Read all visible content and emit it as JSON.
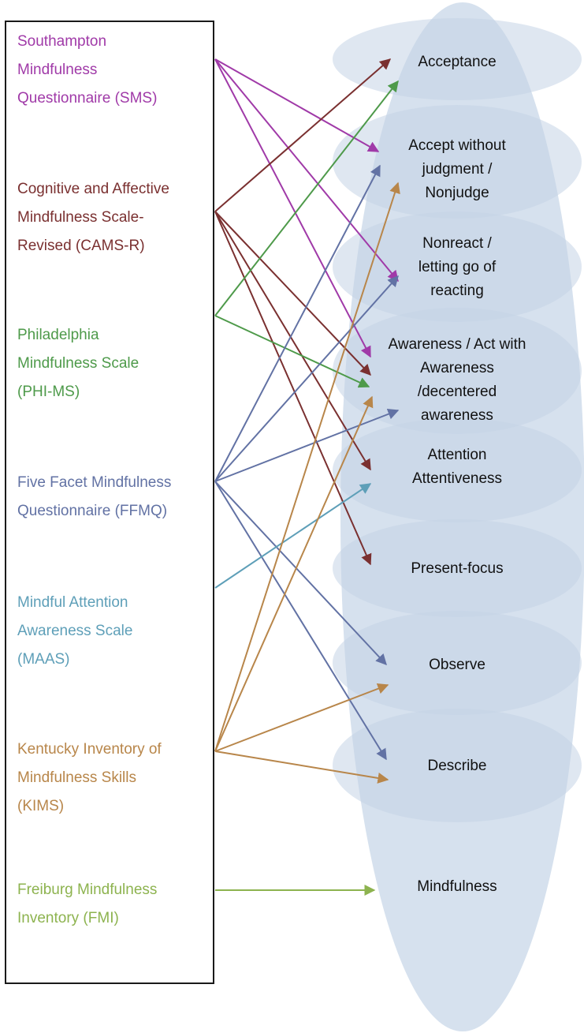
{
  "scales": [
    {
      "id": "sms",
      "lines": [
        "Southampton",
        "Mindfulness",
        "Questionnaire (SMS)"
      ],
      "color": "#a03aa8"
    },
    {
      "id": "cams",
      "lines": [
        "Cognitive and Affective",
        "Mindfulness Scale-",
        "Revised (CAMS-R)"
      ],
      "color": "#7a3030"
    },
    {
      "id": "phims",
      "lines": [
        "Philadelphia",
        "Mindfulness Scale",
        "(PHI-MS)"
      ],
      "color": "#4e9a4a"
    },
    {
      "id": "ffmq",
      "lines": [
        "Five Facet Mindfulness",
        "Questionnaire (FFMQ)"
      ],
      "color": "#6272a4"
    },
    {
      "id": "maas",
      "lines": [
        "Mindful Attention",
        "Awareness Scale",
        "(MAAS)"
      ],
      "color": "#5e9fb8"
    },
    {
      "id": "kims",
      "lines": [
        "Kentucky Inventory of",
        "Mindfulness Skills",
        "(KIMS)"
      ],
      "color": "#b8864a"
    },
    {
      "id": "fmi",
      "lines": [
        "Freiburg Mindfulness",
        "Inventory (FMI)"
      ],
      "color": "#8db34f"
    }
  ],
  "concepts": [
    {
      "id": "acceptance",
      "lines": [
        "Acceptance"
      ]
    },
    {
      "id": "nonjudge",
      "lines": [
        "Accept without",
        "judgment  /",
        "Nonjudge"
      ]
    },
    {
      "id": "nonreact",
      "lines": [
        "Nonreact /",
        "letting go of",
        "reacting"
      ]
    },
    {
      "id": "awareness",
      "lines": [
        "Awareness / Act with",
        "Awareness",
        "/decentered",
        "awareness"
      ]
    },
    {
      "id": "attention",
      "lines": [
        "Attention",
        "Attentiveness"
      ]
    },
    {
      "id": "present",
      "lines": [
        "Present-focus"
      ]
    },
    {
      "id": "observe",
      "lines": [
        "Observe"
      ]
    },
    {
      "id": "describe",
      "lines": [
        "Describe"
      ]
    },
    {
      "id": "mindfulness",
      "lines": [
        "Mindfulness"
      ]
    }
  ],
  "connections": [
    {
      "from": "sms",
      "to": "nonjudge"
    },
    {
      "from": "sms",
      "to": "nonreact"
    },
    {
      "from": "sms",
      "to": "awareness"
    },
    {
      "from": "cams",
      "to": "acceptance"
    },
    {
      "from": "cams",
      "to": "awareness"
    },
    {
      "from": "cams",
      "to": "attention"
    },
    {
      "from": "cams",
      "to": "present"
    },
    {
      "from": "phims",
      "to": "acceptance"
    },
    {
      "from": "phims",
      "to": "awareness"
    },
    {
      "from": "ffmq",
      "to": "nonjudge"
    },
    {
      "from": "ffmq",
      "to": "nonreact"
    },
    {
      "from": "ffmq",
      "to": "awareness"
    },
    {
      "from": "ffmq",
      "to": "observe"
    },
    {
      "from": "ffmq",
      "to": "describe"
    },
    {
      "from": "maas",
      "to": "attention"
    },
    {
      "from": "kims",
      "to": "nonjudge"
    },
    {
      "from": "kims",
      "to": "awareness"
    },
    {
      "from": "kims",
      "to": "observe"
    },
    {
      "from": "kims",
      "to": "describe"
    },
    {
      "from": "fmi",
      "to": "mindfulness"
    }
  ],
  "colors": {
    "big_ellipse": "#d6e1ee",
    "concept_ellipse": "#c5d3e6",
    "box_border": "#1a1a1a",
    "concept_text": "#111111"
  }
}
